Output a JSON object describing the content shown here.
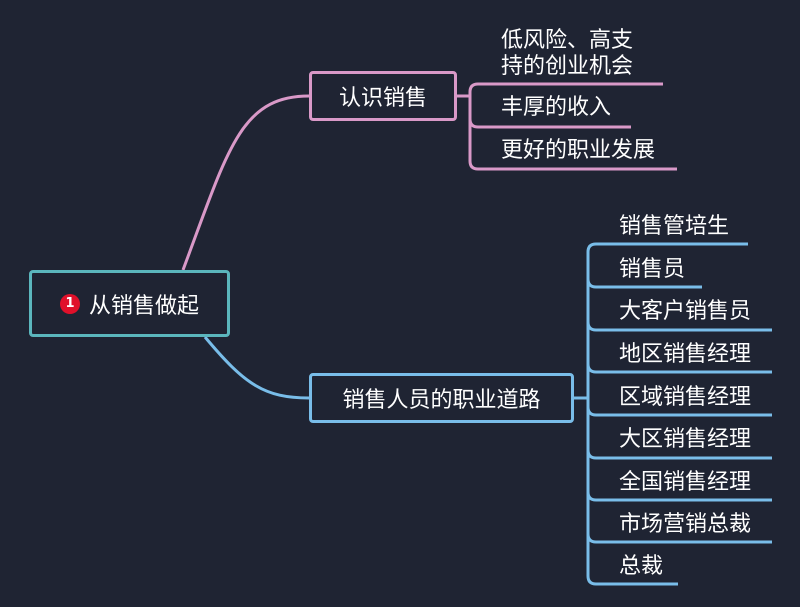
{
  "root": {
    "badge": "1",
    "label": "从销售做起"
  },
  "branches": [
    {
      "label": "认识销售",
      "color": "#d999c8",
      "children": [
        "低风险、高支",
        "持的创业机会",
        "丰厚的收入",
        "更好的职业发展"
      ]
    },
    {
      "label": "销售人员的职业道路",
      "color": "#79bde9",
      "children": [
        "销售管培生",
        "销售员",
        "大客户销售员",
        "地区销售经理",
        "区域销售经理",
        "大区销售经理",
        "全国销售经理",
        "市场营销总裁",
        "总裁"
      ]
    }
  ],
  "colors": {
    "background": "#1f2433",
    "root_border": "#5bb6bd"
  }
}
